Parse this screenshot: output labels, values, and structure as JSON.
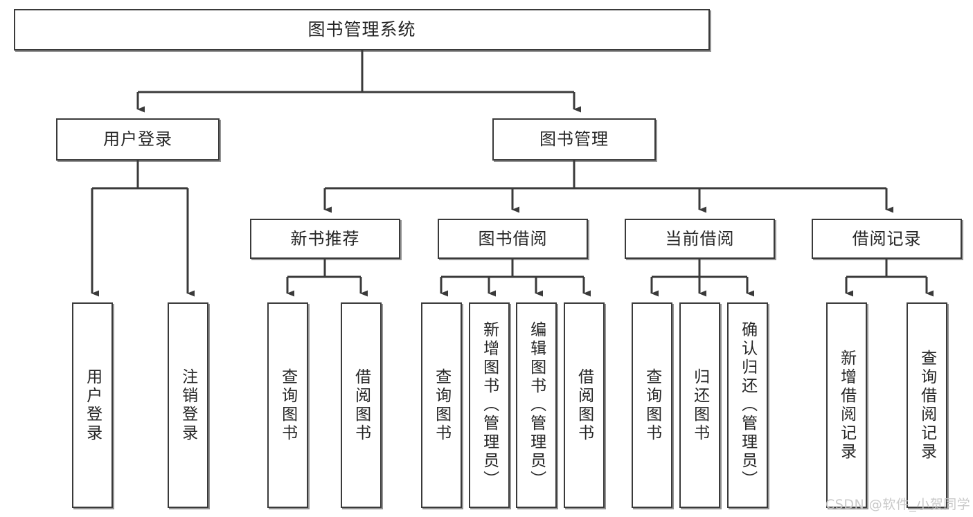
{
  "diagram": {
    "type": "tree-hierarchy-chart",
    "title": "图书管理系统",
    "orientation": "top-down",
    "colors": {
      "node_border": "#3a3a3a",
      "node_fill": "#ffffff",
      "edge": "#3a3a3a",
      "text": "#262626",
      "background": "#ffffff",
      "watermark": "#c9c9c9"
    },
    "root": {
      "label": "图书管理系统"
    },
    "level2": [
      {
        "label": "用户登录"
      },
      {
        "label": "图书管理"
      }
    ],
    "level3": [
      {
        "label": "新书推荐"
      },
      {
        "label": "图书借阅"
      },
      {
        "label": "当前借阅"
      },
      {
        "label": "借阅记录"
      }
    ],
    "leaves": {
      "user_login": [
        {
          "label": "用户登录"
        },
        {
          "label": "注销登录"
        }
      ],
      "new_book_recommend": [
        {
          "label": "查询图书"
        },
        {
          "label": "借阅图书"
        }
      ],
      "book_borrow": [
        {
          "label": "查询图书"
        },
        {
          "label": "新增图书（管理员）"
        },
        {
          "label": "编辑图书（管理员）"
        },
        {
          "label": "借阅图书"
        }
      ],
      "current_borrow": [
        {
          "label": "查询图书"
        },
        {
          "label": "归还图书"
        },
        {
          "label": "确认归还（管理员）"
        }
      ],
      "borrow_record": [
        {
          "label": "新增借阅记录"
        },
        {
          "label": "查询借阅记录"
        }
      ]
    },
    "watermark": "CSDN @软件_小贺同学"
  }
}
